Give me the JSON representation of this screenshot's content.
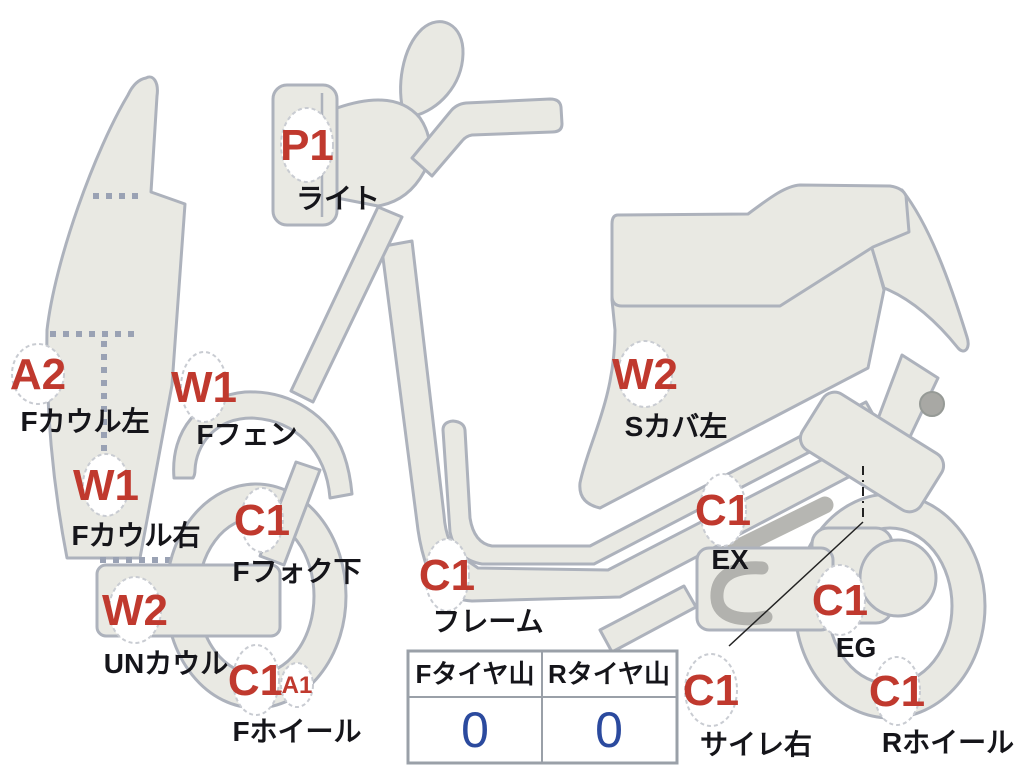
{
  "diagram": {
    "type": "vehicle-condition-map",
    "vehicle": "scooter-side-view",
    "markers": [
      {
        "id": "light",
        "code": "P1",
        "label": "ライト"
      },
      {
        "id": "front-cowl-left",
        "code": "A2",
        "label": "Fカウル左"
      },
      {
        "id": "front-fender",
        "code": "W1",
        "label": "Fフェン"
      },
      {
        "id": "front-cowl-right",
        "code": "W1",
        "label": "Fカウル右"
      },
      {
        "id": "front-fork-lower",
        "code": "C1",
        "label": "Fフォク下"
      },
      {
        "id": "under-cowl",
        "code": "W2",
        "label": "UNカウル"
      },
      {
        "id": "front-wheel",
        "code": "C1",
        "sub_code": "A1",
        "label": "Fホイール"
      },
      {
        "id": "frame",
        "code": "C1",
        "label": "フレーム"
      },
      {
        "id": "side-cover-left",
        "code": "W2",
        "label": "Sカバ左"
      },
      {
        "id": "exhaust",
        "code": "C1",
        "label": "EX"
      },
      {
        "id": "engine",
        "code": "C1",
        "label": "EG"
      },
      {
        "id": "silencer-right",
        "code": "C1",
        "label": "サイレ右"
      },
      {
        "id": "rear-wheel",
        "code": "C1",
        "label": "Rホイール"
      }
    ],
    "tire_table": {
      "headers": [
        "Fタイヤ山",
        "Rタイヤ山"
      ],
      "values": [
        "0",
        "0"
      ]
    },
    "colors": {
      "body_fill": "#e9e9e3",
      "body_stroke": "#adb2bc",
      "marker_code_red": "#c0392e",
      "tire_value_blue": "#2b4a9e",
      "label_black": "#15151a"
    }
  }
}
